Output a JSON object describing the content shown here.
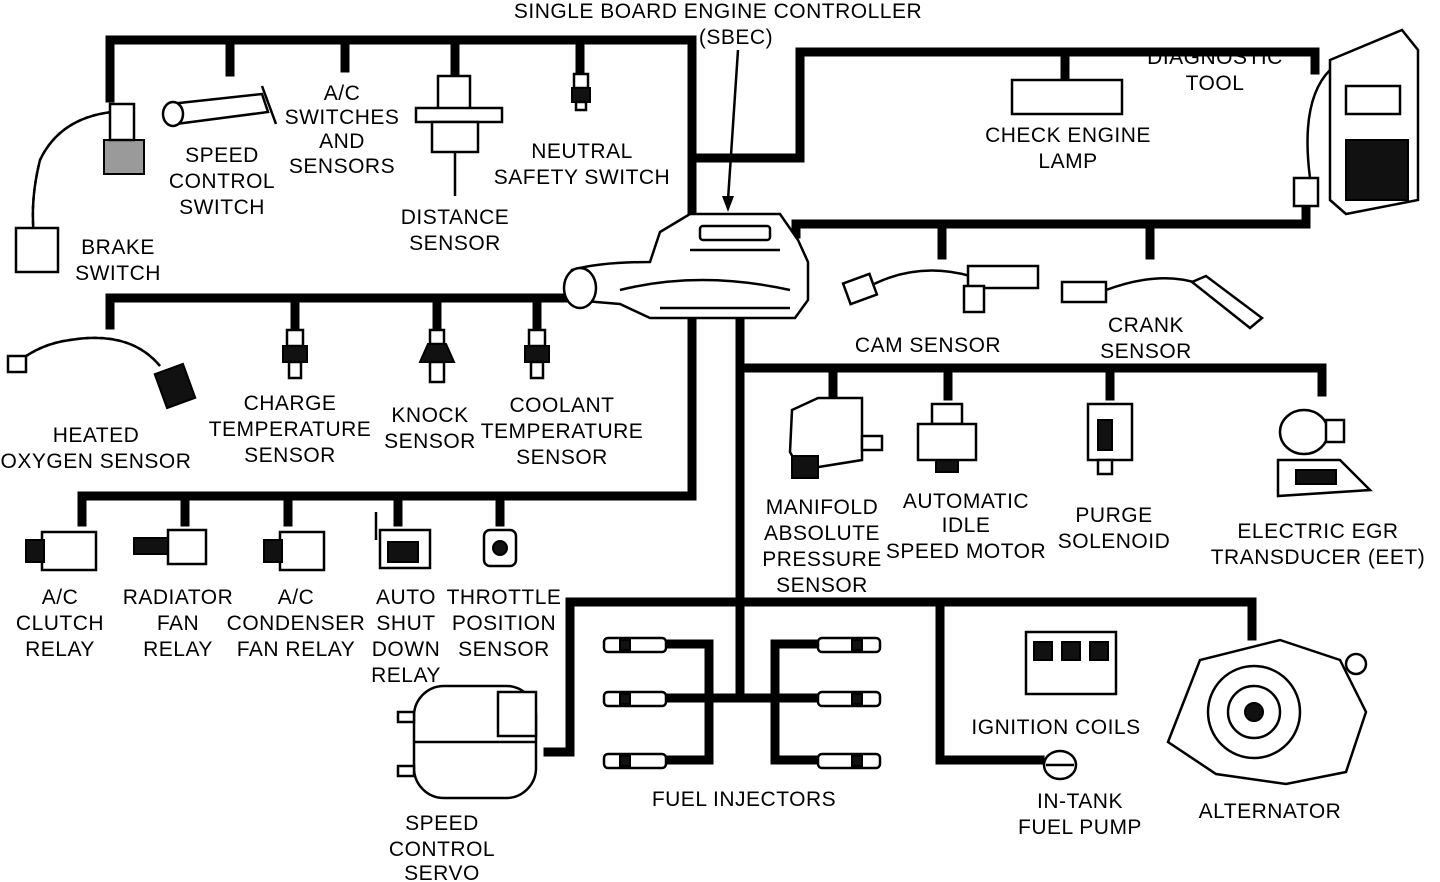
{
  "controller": {
    "line1": "SINGLE BOARD ENGINE CONTROLLER",
    "line2": "(SBEC)"
  },
  "components": {
    "diagnostic_tool": [
      "DIAGNOSTIC",
      "TOOL"
    ],
    "check_engine_lamp": [
      "CHECK ENGINE",
      "LAMP"
    ],
    "speed_control_switch": [
      "SPEED",
      "CONTROL",
      "SWITCH"
    ],
    "ac_switches_sensors": [
      "A/C",
      "SWITCHES",
      "AND",
      "SENSORS"
    ],
    "neutral_safety_switch": [
      "NEUTRAL",
      "SAFETY SWITCH"
    ],
    "distance_sensor": [
      "DISTANCE",
      "SENSOR"
    ],
    "brake_switch": [
      "BRAKE",
      "SWITCH"
    ],
    "cam_sensor": [
      "CAM SENSOR"
    ],
    "crank_sensor": [
      "CRANK",
      "SENSOR"
    ],
    "heated_oxygen_sensor": [
      "HEATED",
      "OXYGEN SENSOR"
    ],
    "charge_temperature_sensor": [
      "CHARGE",
      "TEMPERATURE",
      "SENSOR"
    ],
    "knock_sensor": [
      "KNOCK",
      "SENSOR"
    ],
    "coolant_temperature_sensor": [
      "COOLANT",
      "TEMPERATURE",
      "SENSOR"
    ],
    "map_sensor": [
      "MANIFOLD",
      "ABSOLUTE",
      "PRESSURE",
      "SENSOR"
    ],
    "idle_speed_motor": [
      "AUTOMATIC",
      "IDLE",
      "SPEED MOTOR"
    ],
    "purge_solenoid": [
      "PURGE",
      "SOLENOID"
    ],
    "egr_transducer": [
      "ELECTRIC EGR",
      "TRANSDUCER (EET)"
    ],
    "ac_clutch_relay": [
      "A/C",
      "CLUTCH",
      "RELAY"
    ],
    "radiator_fan_relay": [
      "RADIATOR",
      "FAN",
      "RELAY"
    ],
    "ac_condenser_fan_relay": [
      "A/C",
      "CONDENSER",
      "FAN RELAY"
    ],
    "auto_shut_down_relay": [
      "AUTO",
      "SHUT",
      "DOWN",
      "RELAY"
    ],
    "throttle_position_sensor": [
      "THROTTLE",
      "POSITION",
      "SENSOR"
    ],
    "ignition_coils": [
      "IGNITION COILS"
    ],
    "in_tank_fuel_pump": [
      "IN-TANK",
      "FUEL PUMP"
    ],
    "alternator": [
      "ALTERNATOR"
    ],
    "fuel_injectors": [
      "FUEL INJECTORS"
    ],
    "speed_control_servo": [
      "SPEED",
      "CONTROL",
      "SERVO"
    ]
  }
}
